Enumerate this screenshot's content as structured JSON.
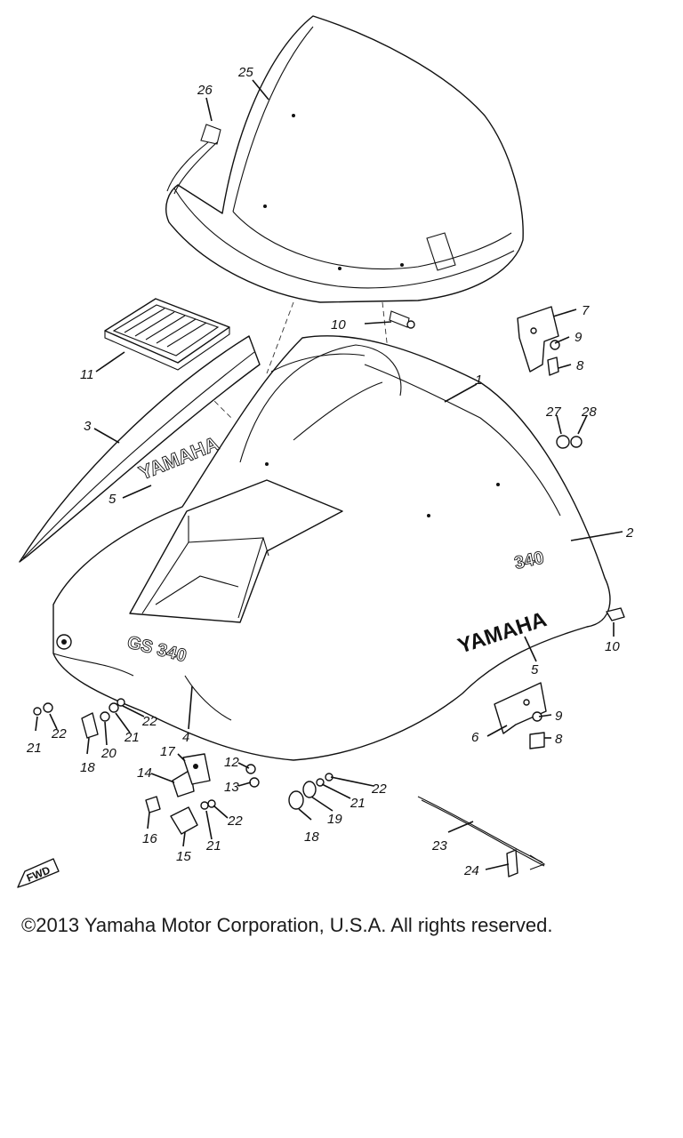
{
  "callouts": {
    "c1": "1",
    "c2": "2",
    "c3": "3",
    "c4": "4",
    "c5": "5",
    "c6": "6",
    "c7": "7",
    "c8a": "8",
    "c8b": "8",
    "c9a": "9",
    "c9b": "9",
    "c5b": "5",
    "c10a": "10",
    "c10b": "10",
    "c11": "11",
    "c12": "12",
    "c13": "13",
    "c14": "14",
    "c15": "15",
    "c16": "16",
    "c17": "17",
    "c18a": "18",
    "c18b": "18",
    "c19": "19",
    "c20": "20",
    "c21a": "21",
    "c21b": "21",
    "c21c": "21",
    "c21d": "21",
    "c22a": "22",
    "c22b": "22",
    "c22c": "22",
    "c22d": "22",
    "c23": "23",
    "c24": "24",
    "c25": "25",
    "c26": "26",
    "c27": "27",
    "c28": "28"
  },
  "decals": {
    "yamaha_main": "YAMAHA",
    "yamaha_side": "YAMAHA",
    "model_front": "GS 340",
    "model_side": "340",
    "fwd": "FWD"
  },
  "footer": {
    "copyright": "©2013 Yamaha Motor Corporation, U.S.A. All rights reserved."
  }
}
